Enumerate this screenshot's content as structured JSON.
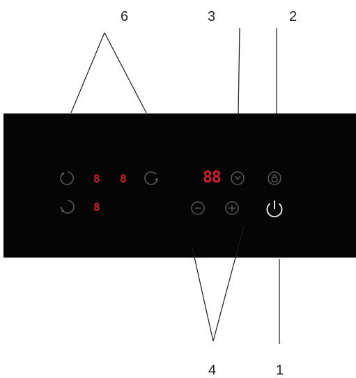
{
  "callouts": {
    "c6": "6",
    "c3": "3",
    "c2": "2",
    "c4": "4",
    "c1": "1"
  },
  "displays": {
    "zone_front_left": "8",
    "zone_front_right": "8",
    "zone_rear_left": "8",
    "timer": "88"
  },
  "colors": {
    "panel": "#050505",
    "display_red": "#d4202a",
    "icon_gray": "#5a5a5a",
    "power_white": "#e6e6e6"
  }
}
